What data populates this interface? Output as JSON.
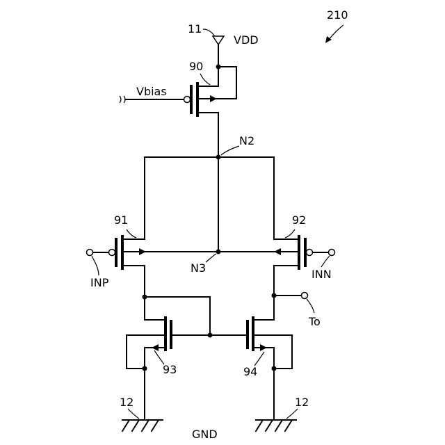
{
  "figure": {
    "ref": "210",
    "labels": {
      "vdd_ref": "11",
      "vdd": "VDD",
      "vbias": "Vbias",
      "n2": "N2",
      "n3": "N3",
      "inp": "INP",
      "inn": "INN",
      "to": "To",
      "gnd": "GND",
      "gnd_ref_left": "12",
      "gnd_ref_right": "12"
    },
    "transistors": {
      "t90": "90",
      "t91": "91",
      "t92": "92",
      "t93": "93",
      "t94": "94"
    }
  }
}
